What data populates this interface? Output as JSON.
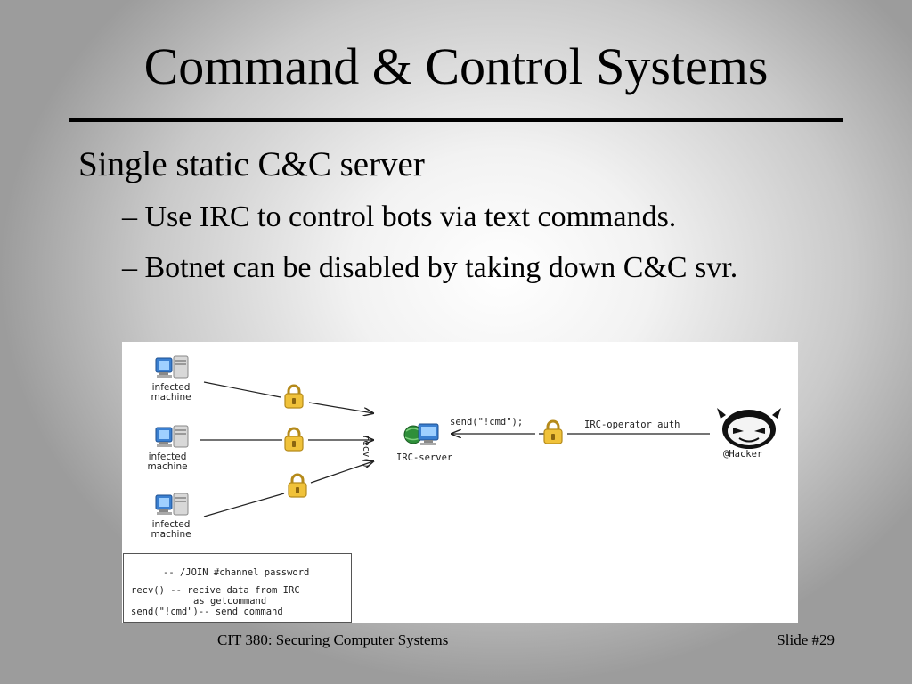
{
  "slide": {
    "title": "Command & Control Systems",
    "bullet": "Single static C&C server",
    "sub_bullets": [
      "– Use IRC to control bots via text commands.",
      "– Botnet can be disabled by taking down C&C svr."
    ]
  },
  "diagram": {
    "infected_label_1a": "infected",
    "infected_label_1b": "machine",
    "infected_label_2a": "infected",
    "infected_label_2b": "machine",
    "infected_label_3a": "infected",
    "infected_label_3b": "machine",
    "recv_label": "recv()",
    "server_label": "IRC-server",
    "send_label": "send(\"!cmd\");",
    "auth_label": "IRC-operator auth",
    "hacker_label": "@Hacker",
    "legend": {
      "line1": "--  /JOIN #channel password",
      "line2": "recv()  -- recive data from IRC",
      "line3": "as getcommand",
      "line4": "send(\"!cmd\")-- send command"
    },
    "icons": [
      "computer-icon",
      "lock-icon",
      "globe-computer-icon",
      "hacker-face-icon"
    ]
  },
  "footer": {
    "course": "CIT 380: Securing Computer Systems",
    "slide_number": "Slide #29"
  }
}
